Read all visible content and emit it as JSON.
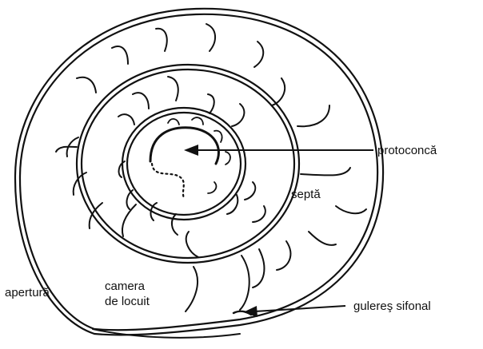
{
  "diagram": {
    "labels": {
      "protoconca": "protoconcă",
      "septa": "septă",
      "apertura": "apertură",
      "camera_line1": "camera",
      "camera_line2": "de locuit",
      "guleras": "gulereş sifonal"
    },
    "colors": {
      "ink": "#111111",
      "background": "#ffffff"
    }
  }
}
